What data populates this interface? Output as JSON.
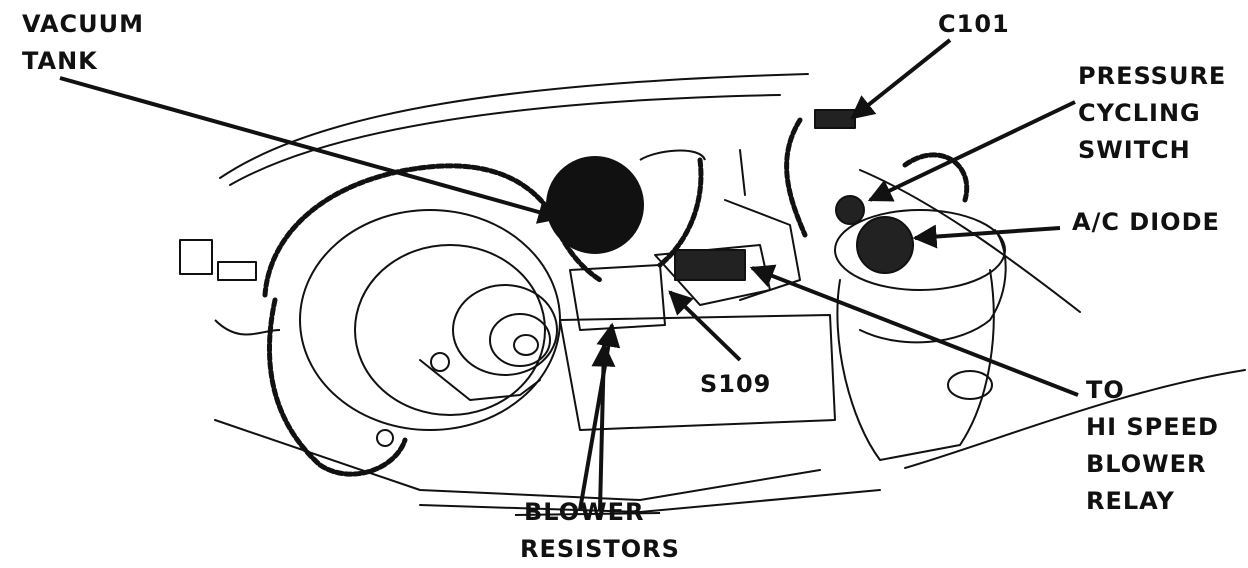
{
  "labels": {
    "vacuum_tank": [
      "VACUUM",
      "TANK"
    ],
    "c101": "C101",
    "pressure_cycling_switch": [
      "PRESSURE",
      "CYCLING",
      "SWITCH"
    ],
    "ac_diode": "A/C DIODE",
    "s109": "S109",
    "hi_speed_blower_relay": [
      "TO",
      "HI SPEED",
      "BLOWER",
      "RELAY"
    ],
    "blower_resistors": [
      "BLOWER",
      "RESISTORS"
    ]
  },
  "colors": {
    "ink": "#111111",
    "paper": "#ffffff"
  }
}
